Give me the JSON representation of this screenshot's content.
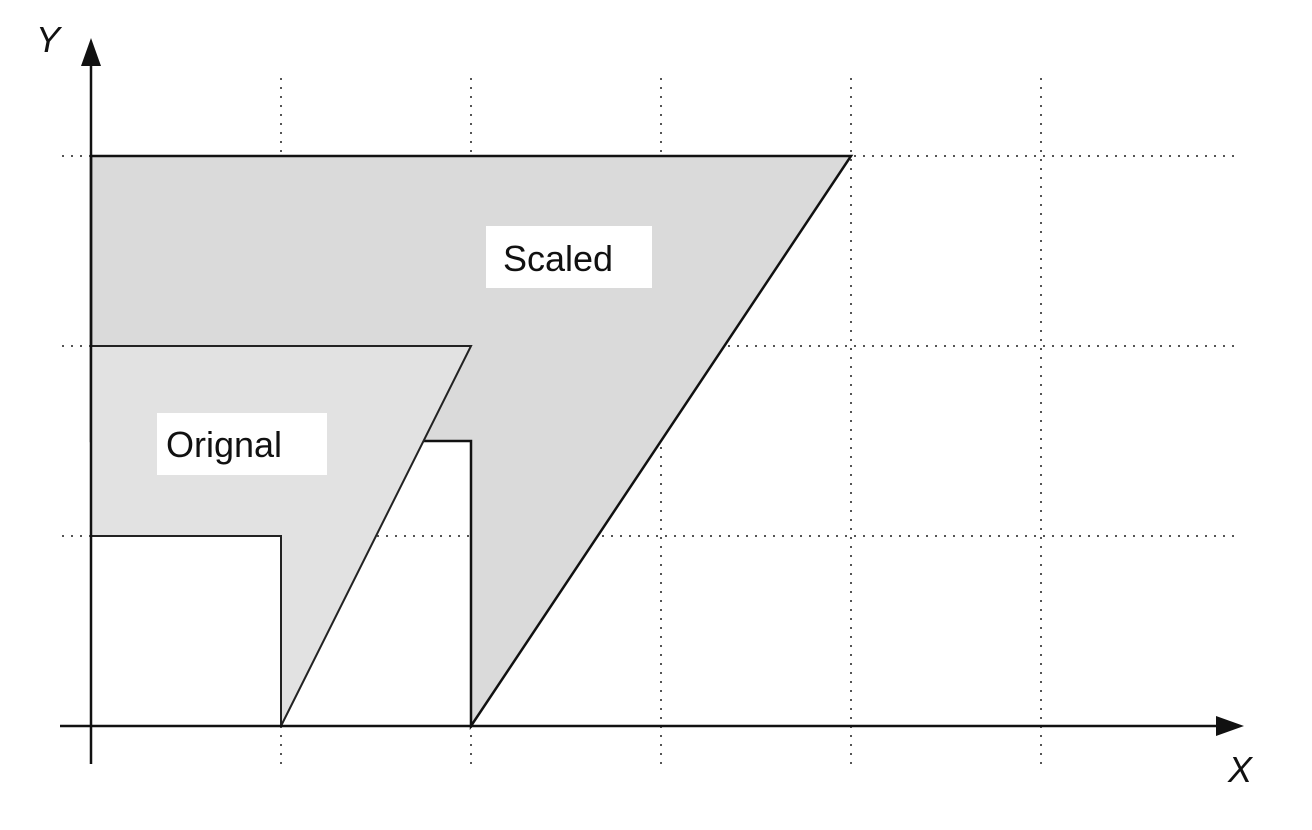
{
  "axes": {
    "x_label": "X",
    "y_label": "Y"
  },
  "shapes": {
    "original": {
      "label": "Orignal",
      "vertices": [
        [
          0,
          1
        ],
        [
          1,
          1
        ],
        [
          1,
          0
        ],
        [
          2,
          2
        ],
        [
          0,
          2
        ]
      ]
    },
    "scaled": {
      "label": "Scaled",
      "vertices": [
        [
          0,
          1.5
        ],
        [
          2,
          1.5
        ],
        [
          2,
          0
        ],
        [
          4,
          3
        ],
        [
          0,
          3
        ]
      ]
    }
  },
  "grid": {
    "x_lines": [
      1,
      2,
      3,
      4,
      5
    ],
    "y_lines": [
      1,
      2,
      3
    ],
    "style": "dotted"
  },
  "colors": {
    "original_fill": "#e2e2e2",
    "scaled_fill": "#dadada",
    "stroke": "#111111"
  }
}
